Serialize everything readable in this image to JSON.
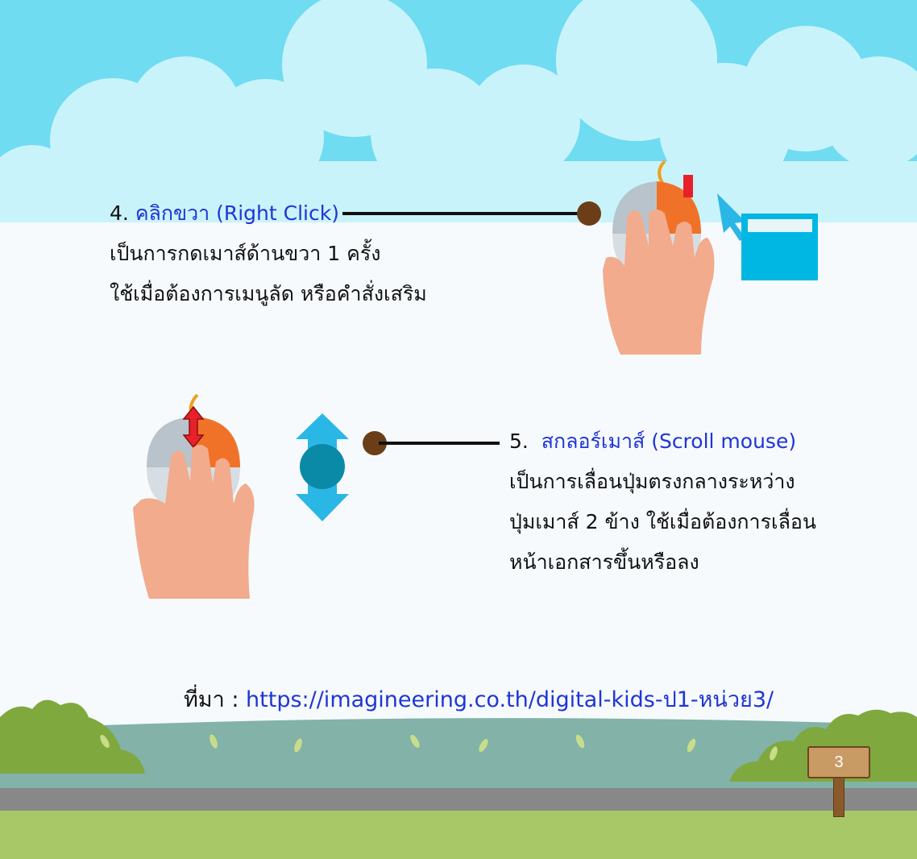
{
  "right_click": {
    "number": "4.",
    "title": "คลิกขวา (Right Click)",
    "line1": "เป็นการกดเมาส์ด้านขวา 1 ครั้ง",
    "line2": "ใช้เมื่อต้องการเมนูลัด หรือคำสั่งเสริม"
  },
  "scroll": {
    "number": "5.",
    "title": "สกลอร์เมาส์ (Scroll mouse)",
    "line1": "เป็นการเลื่อนปุ่มตรงกลางระหว่าง",
    "line2": "ปุ่มเมาส์ 2 ข้าง ใช้เมื่อต้องการเลื่อน",
    "line3": "หน้าเอกสารขึ้นหรือลง"
  },
  "source": {
    "label": "ที่มา : ",
    "url": "https://imagineering.co.th/digital-kids-ป1-หน่วย3/"
  },
  "page_number": "3",
  "colors": {
    "sky": "#6fdcf2",
    "cloud": "#c9f3fa",
    "link": "#1f35d6",
    "mouse_orange": "#f07228",
    "skin": "#f2ab8c",
    "arrow_blue": "#2bb7e6",
    "grass": "#a8c766",
    "bush": "#7fa83e",
    "water": "#82b2a8",
    "road": "#888888"
  },
  "icons": [
    "right-click-mouse-illustration",
    "scroll-mouse-illustration",
    "up-down-arrow-icon",
    "signpost-icon"
  ]
}
